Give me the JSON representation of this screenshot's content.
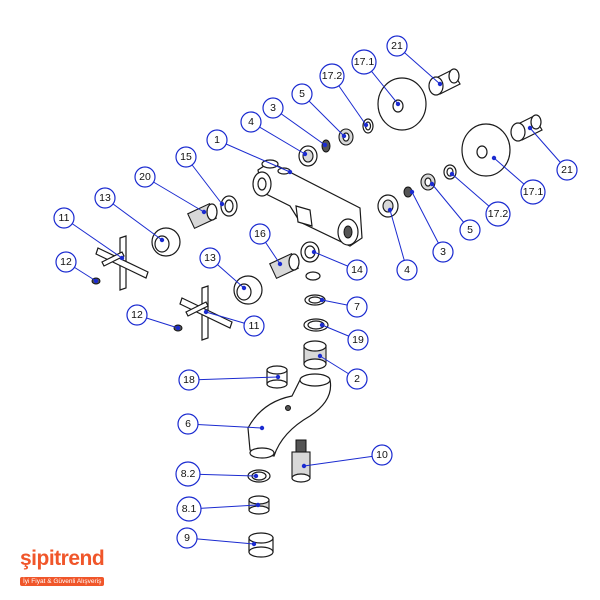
{
  "brand": {
    "name": "şipitrend",
    "tagline": "İyi Fiyat & Güvenli Alışveriş",
    "color": "#f0562a"
  },
  "callouts": [
    {
      "label": "1"
    },
    {
      "label": "4"
    },
    {
      "label": "3"
    },
    {
      "label": "5"
    },
    {
      "label": "17.2"
    },
    {
      "label": "17.1"
    },
    {
      "label": "21"
    },
    {
      "label": "15"
    },
    {
      "label": "20"
    },
    {
      "label": "13"
    },
    {
      "label": "11"
    },
    {
      "label": "12"
    },
    {
      "label": "16"
    },
    {
      "label": "13"
    },
    {
      "label": "12"
    },
    {
      "label": "11"
    },
    {
      "label": "14"
    },
    {
      "label": "7"
    },
    {
      "label": "19"
    },
    {
      "label": "2"
    },
    {
      "label": "18"
    },
    {
      "label": "6"
    },
    {
      "label": "10"
    },
    {
      "label": "8.2"
    },
    {
      "label": "8.1"
    },
    {
      "label": "9"
    },
    {
      "label": "4"
    },
    {
      "label": "3"
    },
    {
      "label": "5"
    },
    {
      "label": "17.2"
    },
    {
      "label": "17.1"
    },
    {
      "label": "21"
    }
  ],
  "colors": {
    "leader": "#1b2bd0",
    "line": "#1a1a1a"
  }
}
